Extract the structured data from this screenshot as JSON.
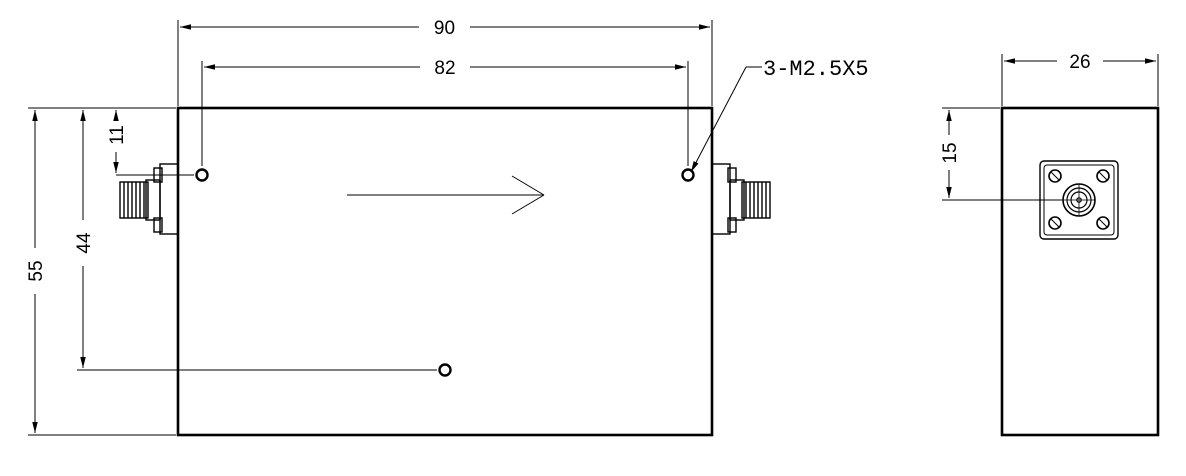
{
  "front_view": {
    "width_dim": "90",
    "hole_spacing_dim": "82",
    "height_dim": "55",
    "hole_vertical_dim": "44",
    "hole_top_offset_dim": "11",
    "hole_callout": "3-M2.5X5"
  },
  "side_view": {
    "width_dim": "26",
    "connector_height_dim": "15"
  }
}
